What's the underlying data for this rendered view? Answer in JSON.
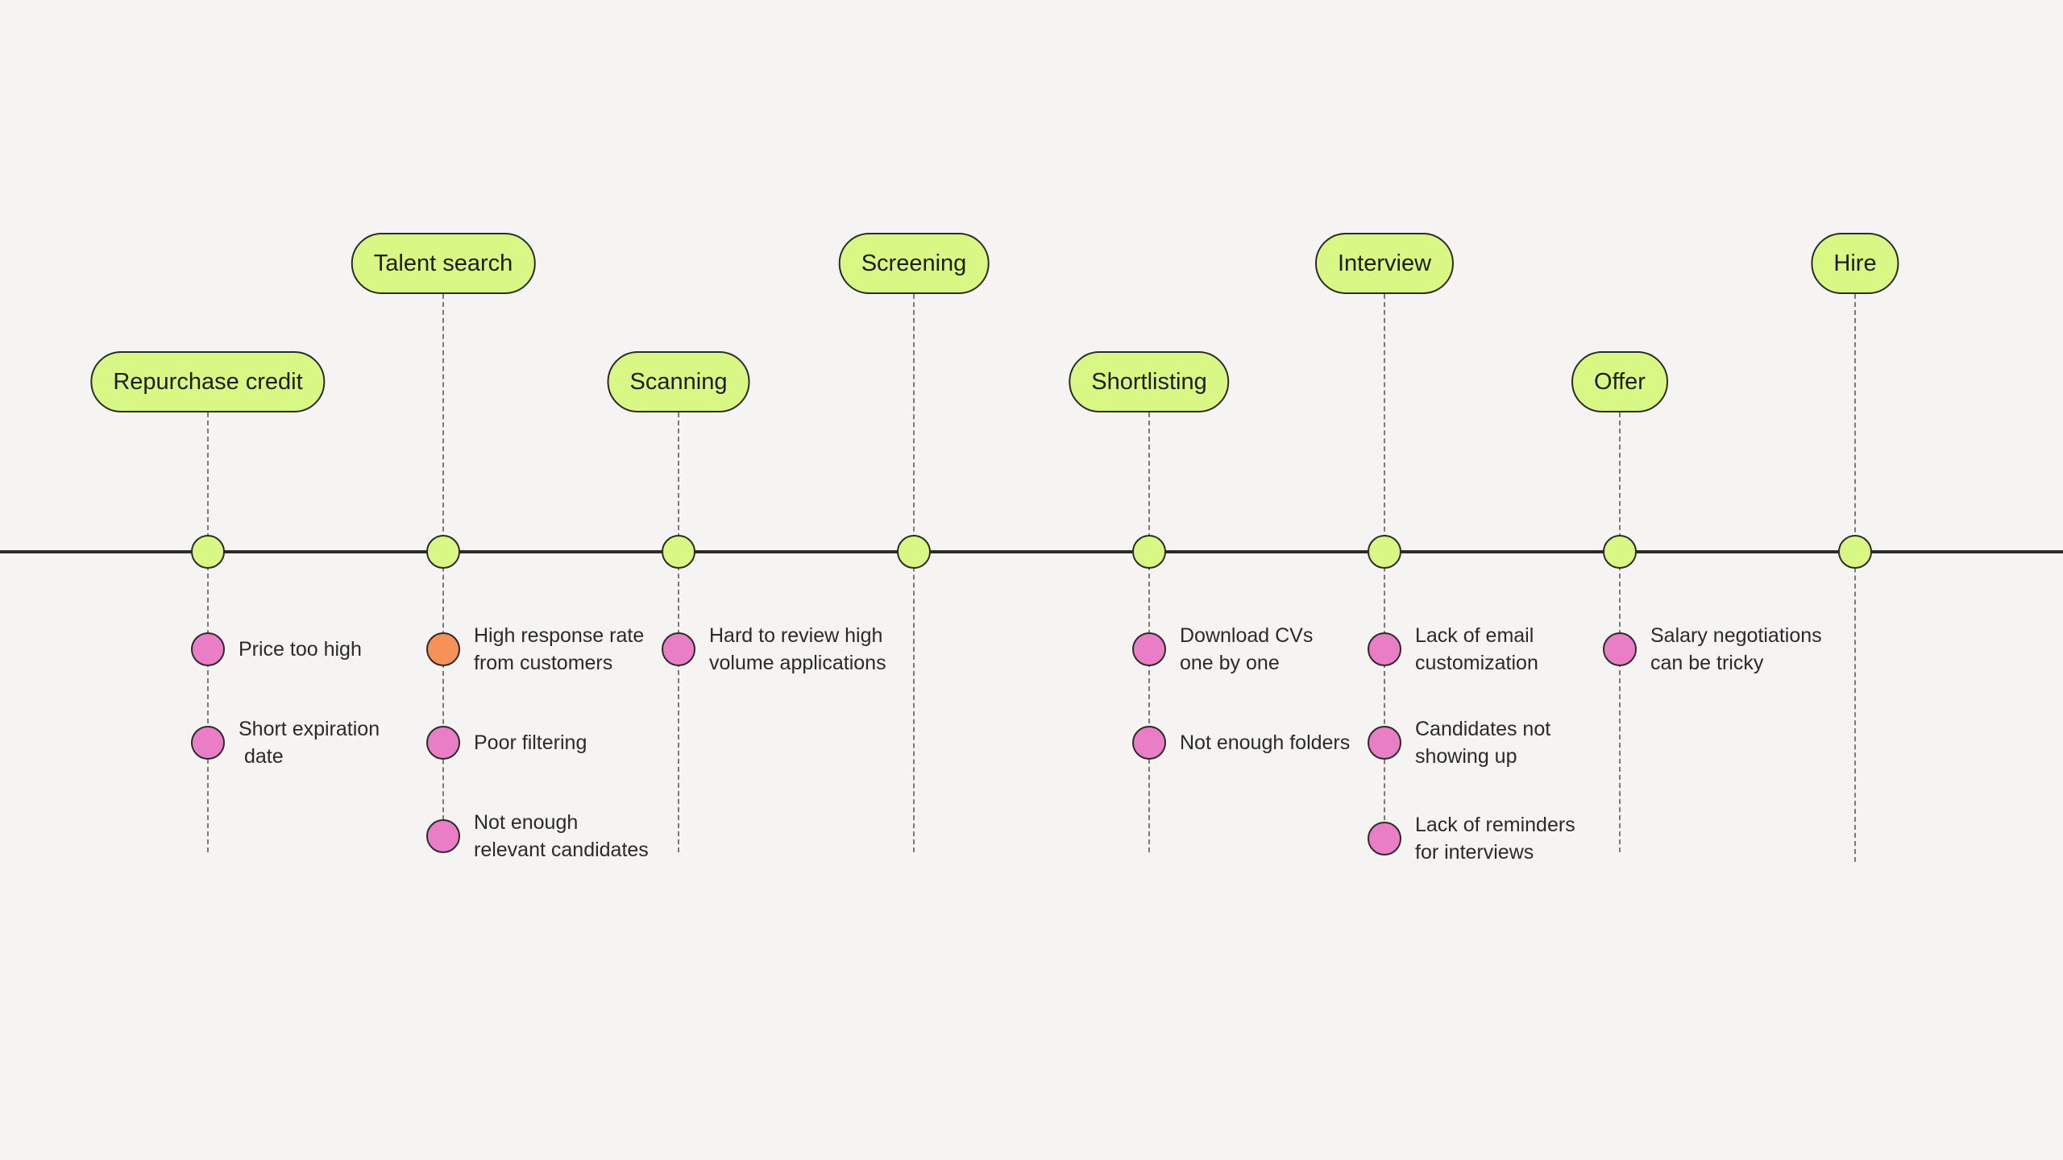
{
  "colors": {
    "background": "#f5f4f2",
    "stage_fill": "#d9f784",
    "pain_point": "#e97ec6",
    "highlight_point": "#f7915a",
    "line": "#2b2b2b",
    "dashed": "#7a7a7a"
  },
  "stages": [
    {
      "label": "Repurchase credit",
      "pain_points": [
        {
          "text": "Price too high",
          "color": "pink"
        },
        {
          "text": "Short expiration\n date",
          "color": "pink"
        }
      ]
    },
    {
      "label": "Talent search",
      "pain_points": [
        {
          "text": "High response rate\nfrom customers",
          "color": "orange"
        },
        {
          "text": "Poor filtering",
          "color": "pink"
        },
        {
          "text": "Not enough\nrelevant candidates",
          "color": "pink"
        }
      ]
    },
    {
      "label": "Scanning",
      "pain_points": [
        {
          "text": "Hard to review high\nvolume applications",
          "color": "pink"
        }
      ]
    },
    {
      "label": "Screening",
      "pain_points": []
    },
    {
      "label": "Shortlisting",
      "pain_points": [
        {
          "text": "Download CVs\none by one",
          "color": "pink"
        },
        {
          "text": "Not enough folders",
          "color": "pink"
        }
      ]
    },
    {
      "label": "Interview",
      "pain_points": [
        {
          "text": "Lack of email\ncustomization",
          "color": "pink"
        },
        {
          "text": "Candidates not\nshowing up",
          "color": "pink"
        },
        {
          "text": "Lack of reminders\nfor interviews",
          "color": "pink"
        }
      ]
    },
    {
      "label": "Offer",
      "pain_points": [
        {
          "text": "Salary negotiations\ncan be tricky",
          "color": "pink"
        }
      ]
    },
    {
      "label": "Hire",
      "pain_points": []
    }
  ]
}
